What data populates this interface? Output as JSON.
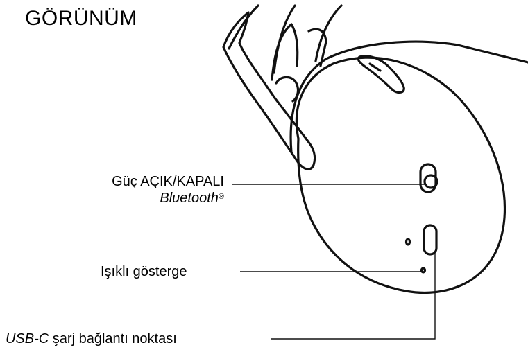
{
  "title": "GÖRÜNÜM",
  "labels": {
    "power": {
      "line1": "Güç AÇIK/KAPALI",
      "line2": "Bluetooth",
      "line2_mark": "®"
    },
    "indicator": {
      "text": "Işıklı gösterge"
    },
    "usb": {
      "prefix": "USB-C",
      "text": " şarj bağlantı noktası"
    }
  },
  "colors": {
    "line": "#111111",
    "background": "#ffffff"
  }
}
